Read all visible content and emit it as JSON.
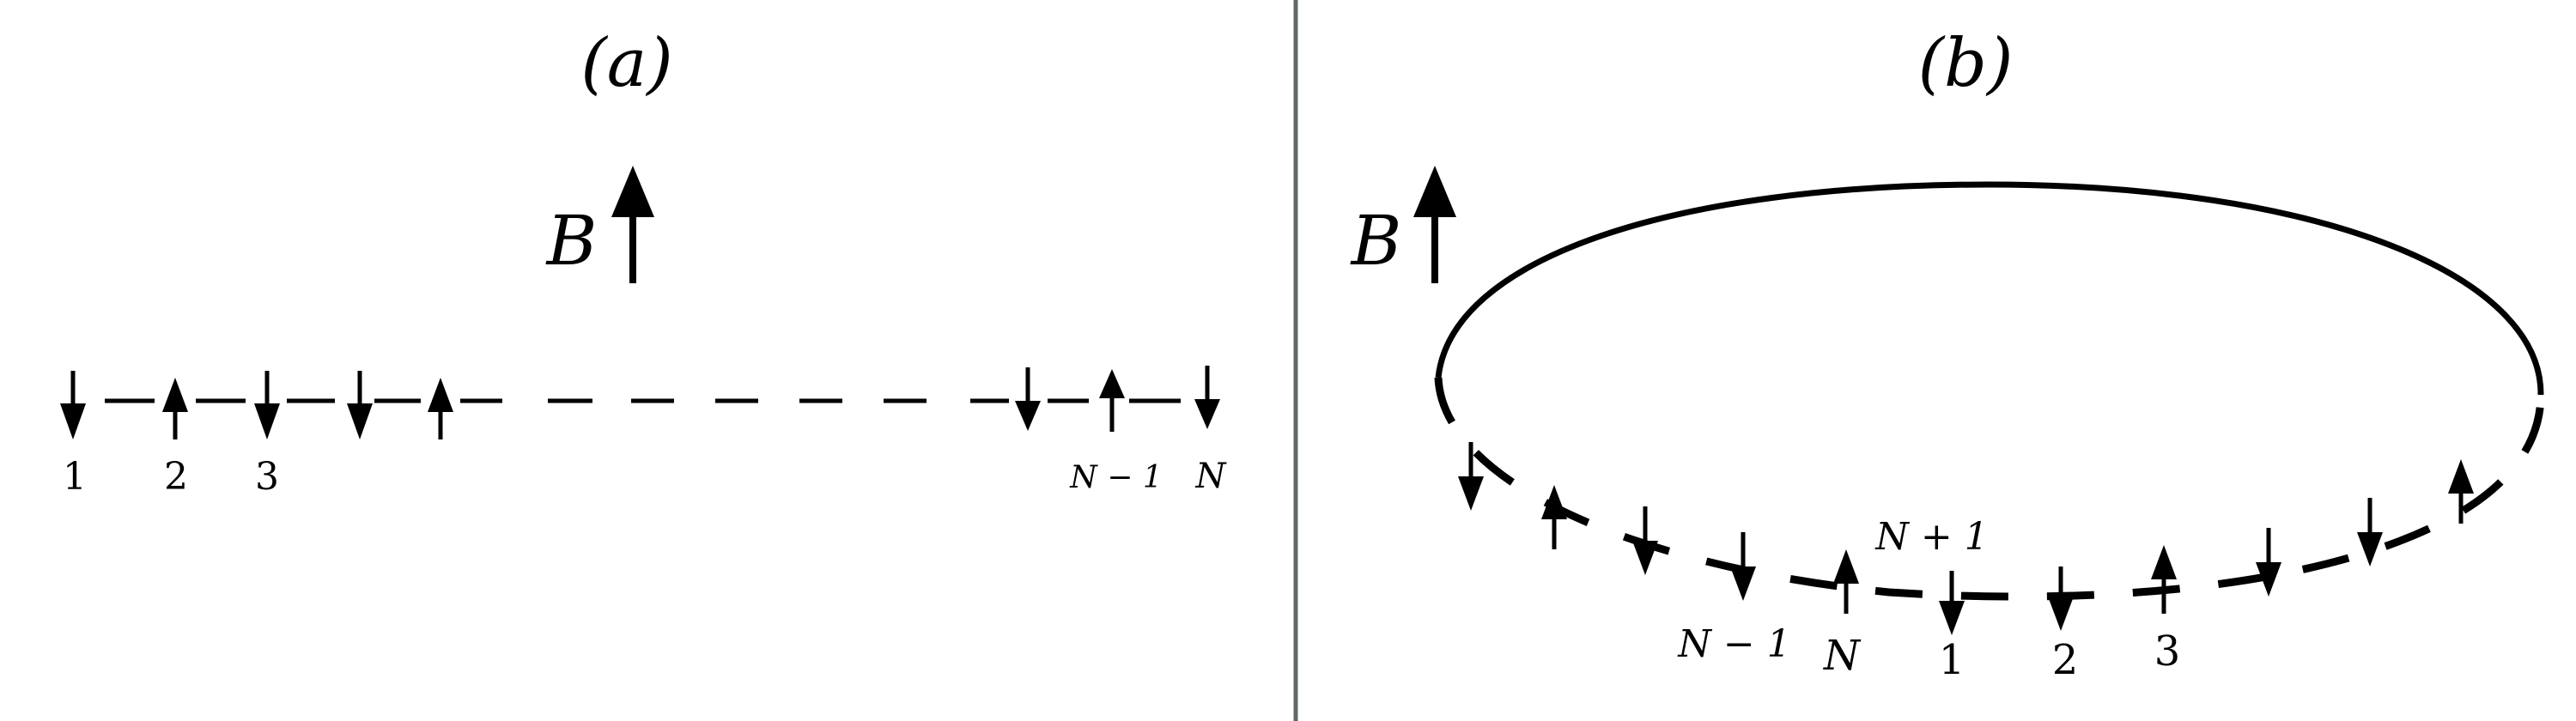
{
  "panels": {
    "a": {
      "label": "(a)",
      "field_label": "B",
      "field_direction": "up",
      "chain_type": "open",
      "site_labels": [
        "1",
        "2",
        "3",
        "N − 1",
        "N"
      ],
      "spins_left": [
        "down",
        "up",
        "down",
        "down",
        "up"
      ],
      "spins_right": [
        "down",
        "up",
        "down"
      ]
    },
    "b": {
      "label": "(b)",
      "field_label": "B",
      "field_direction": "up",
      "chain_type": "ring",
      "site_labels": [
        "N − 1",
        "N",
        "N + 1",
        "1",
        "2",
        "3"
      ],
      "spins_bottom": [
        "down",
        "up",
        "down",
        "down",
        "up",
        "down",
        "down",
        "up",
        "down",
        "down",
        "up"
      ]
    }
  },
  "colors": {
    "ink": "#000000",
    "divider": "#606868",
    "background": "#ffffff"
  }
}
